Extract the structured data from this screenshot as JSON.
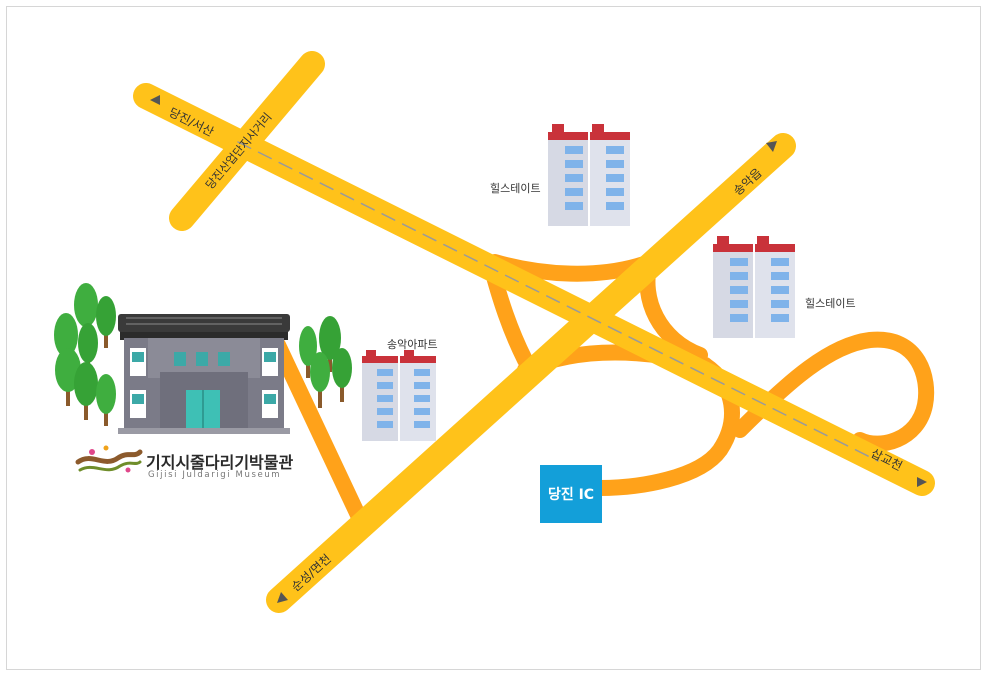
{
  "map": {
    "colors": {
      "road_main": "#ffc21a",
      "road_ramp": "#ffa21a",
      "ramp_dark": "#f39a00",
      "dash": "#9a9a9a",
      "ic_badge": "#139fd9",
      "roof_red": "#c9323a",
      "bldg_body": "#d6d9e4",
      "window": "#7fb3ea",
      "tree": "#3fae3f",
      "museum_wall": "#7b7b88",
      "museum_roof": "#2b2b2b"
    },
    "road_labels": {
      "dangjin_seosan": "당진/서산",
      "industrial_junction": "당진산업단지사거리",
      "songak_eup": "송악읍",
      "sunseong_myeoncheon": "순성/면천",
      "sapgyocheon": "삽교천"
    },
    "ic_label": "당진 IC",
    "buildings": {
      "hills_state_1": "힐스테이트",
      "hills_state_2": "힐스테이트",
      "songak_apt": "송악아파트"
    },
    "museum": {
      "title": "기지시줄다리기박물관",
      "subtitle": "Gijisi Juldarigi Museum"
    }
  }
}
